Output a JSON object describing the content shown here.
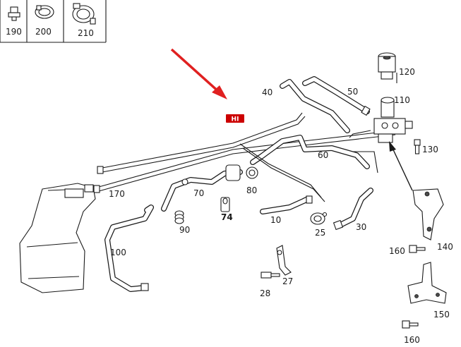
{
  "header_parts": [
    {
      "id": "190",
      "label": "190"
    },
    {
      "id": "200",
      "label": "200"
    },
    {
      "id": "210",
      "label": "210"
    }
  ],
  "callouts": {
    "p10": "10",
    "p25": "25",
    "p27": "27",
    "p28": "28",
    "p30": "30",
    "p40": "40",
    "p50": "50",
    "p60": "60",
    "p70": "70",
    "p74": "74",
    "p80": "80",
    "p90": "90",
    "p100": "100",
    "p110": "110",
    "p120": "120",
    "p130": "130",
    "p140": "140",
    "p150": "150",
    "p160a": "160",
    "p160b": "160",
    "p170": "170"
  },
  "highlight_badge": {
    "text": "HI",
    "color": "#cc0000"
  },
  "colors": {
    "arrow": "#e02020",
    "ink": "#1a1a1a"
  },
  "icons": [
    "red-pointer-arrow",
    "black-pointer-arrow"
  ]
}
